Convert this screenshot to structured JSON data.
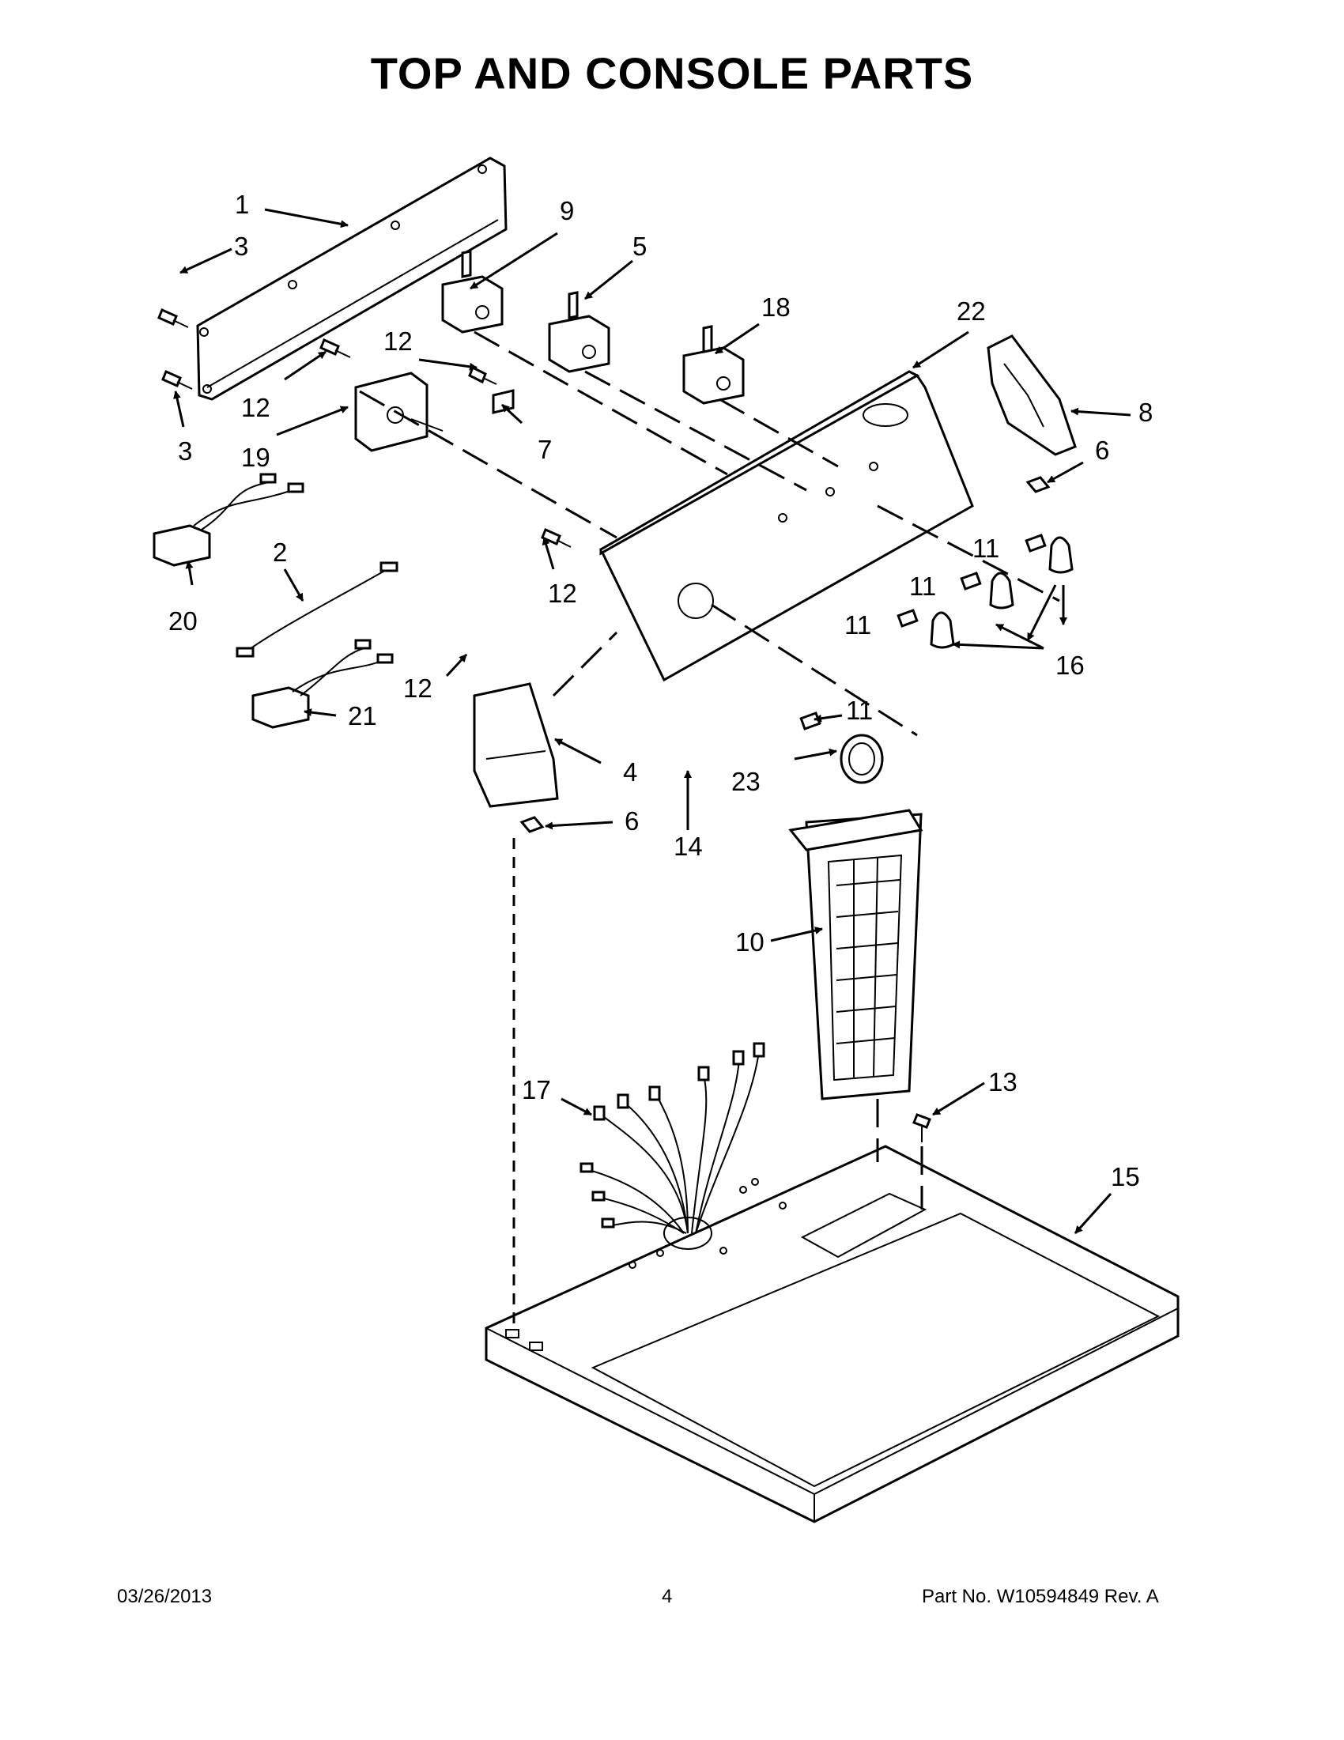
{
  "page": {
    "title": "TOP AND CONSOLE PARTS",
    "footer": {
      "date": "03/26/2013",
      "page_number": "4",
      "part_number": "Part No.  W10594849  Rev.  A"
    }
  },
  "callouts": [
    {
      "key": "c1",
      "label": "1"
    },
    {
      "key": "c2",
      "label": "2"
    },
    {
      "key": "c3a",
      "label": "3"
    },
    {
      "key": "c3b",
      "label": "3"
    },
    {
      "key": "c4",
      "label": "4"
    },
    {
      "key": "c5",
      "label": "5"
    },
    {
      "key": "c6a",
      "label": "6"
    },
    {
      "key": "c6b",
      "label": "6"
    },
    {
      "key": "c7",
      "label": "7"
    },
    {
      "key": "c8",
      "label": "8"
    },
    {
      "key": "c9",
      "label": "9"
    },
    {
      "key": "c10",
      "label": "10"
    },
    {
      "key": "c11a",
      "label": "11"
    },
    {
      "key": "c11b",
      "label": "11"
    },
    {
      "key": "c11c",
      "label": "11"
    },
    {
      "key": "c11d",
      "label": "11"
    },
    {
      "key": "c12a",
      "label": "12"
    },
    {
      "key": "c12b",
      "label": "12"
    },
    {
      "key": "c12c",
      "label": "12"
    },
    {
      "key": "c12d",
      "label": "12"
    },
    {
      "key": "c13",
      "label": "13"
    },
    {
      "key": "c14",
      "label": "14"
    },
    {
      "key": "c15",
      "label": "15"
    },
    {
      "key": "c16",
      "label": "16"
    },
    {
      "key": "c17",
      "label": "17"
    },
    {
      "key": "c18",
      "label": "18"
    },
    {
      "key": "c19",
      "label": "19"
    },
    {
      "key": "c20",
      "label": "20"
    },
    {
      "key": "c21",
      "label": "21"
    },
    {
      "key": "c22",
      "label": "22"
    },
    {
      "key": "c23",
      "label": "23"
    }
  ]
}
